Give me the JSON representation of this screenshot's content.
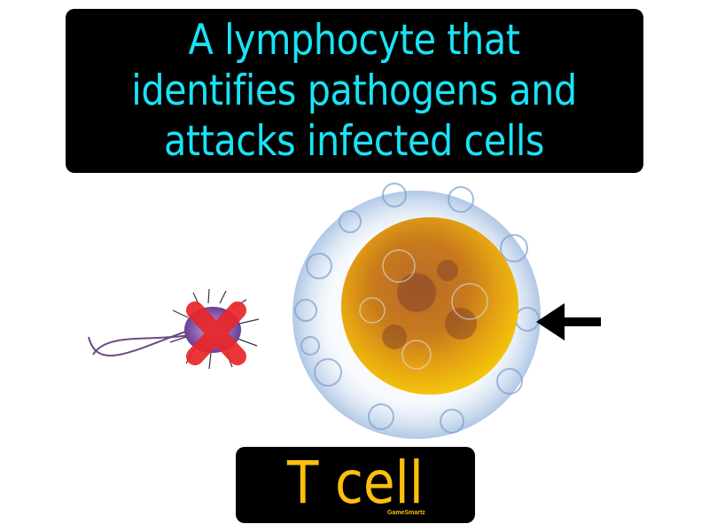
{
  "definition": {
    "lines": [
      "A lymphocyte that",
      "identifies pathogens and",
      "attacks infected cells"
    ],
    "color": "#19e3f5"
  },
  "term": {
    "label": "T cell",
    "color": "#fdbf0f"
  },
  "brand": {
    "label": "GameSmartz"
  },
  "illustration": {
    "pathogen": "bacterium-crossed-out-icon",
    "cell": "t-cell-icon",
    "pointer": "arrow-left-icon",
    "cross_color": "#e8272a"
  }
}
